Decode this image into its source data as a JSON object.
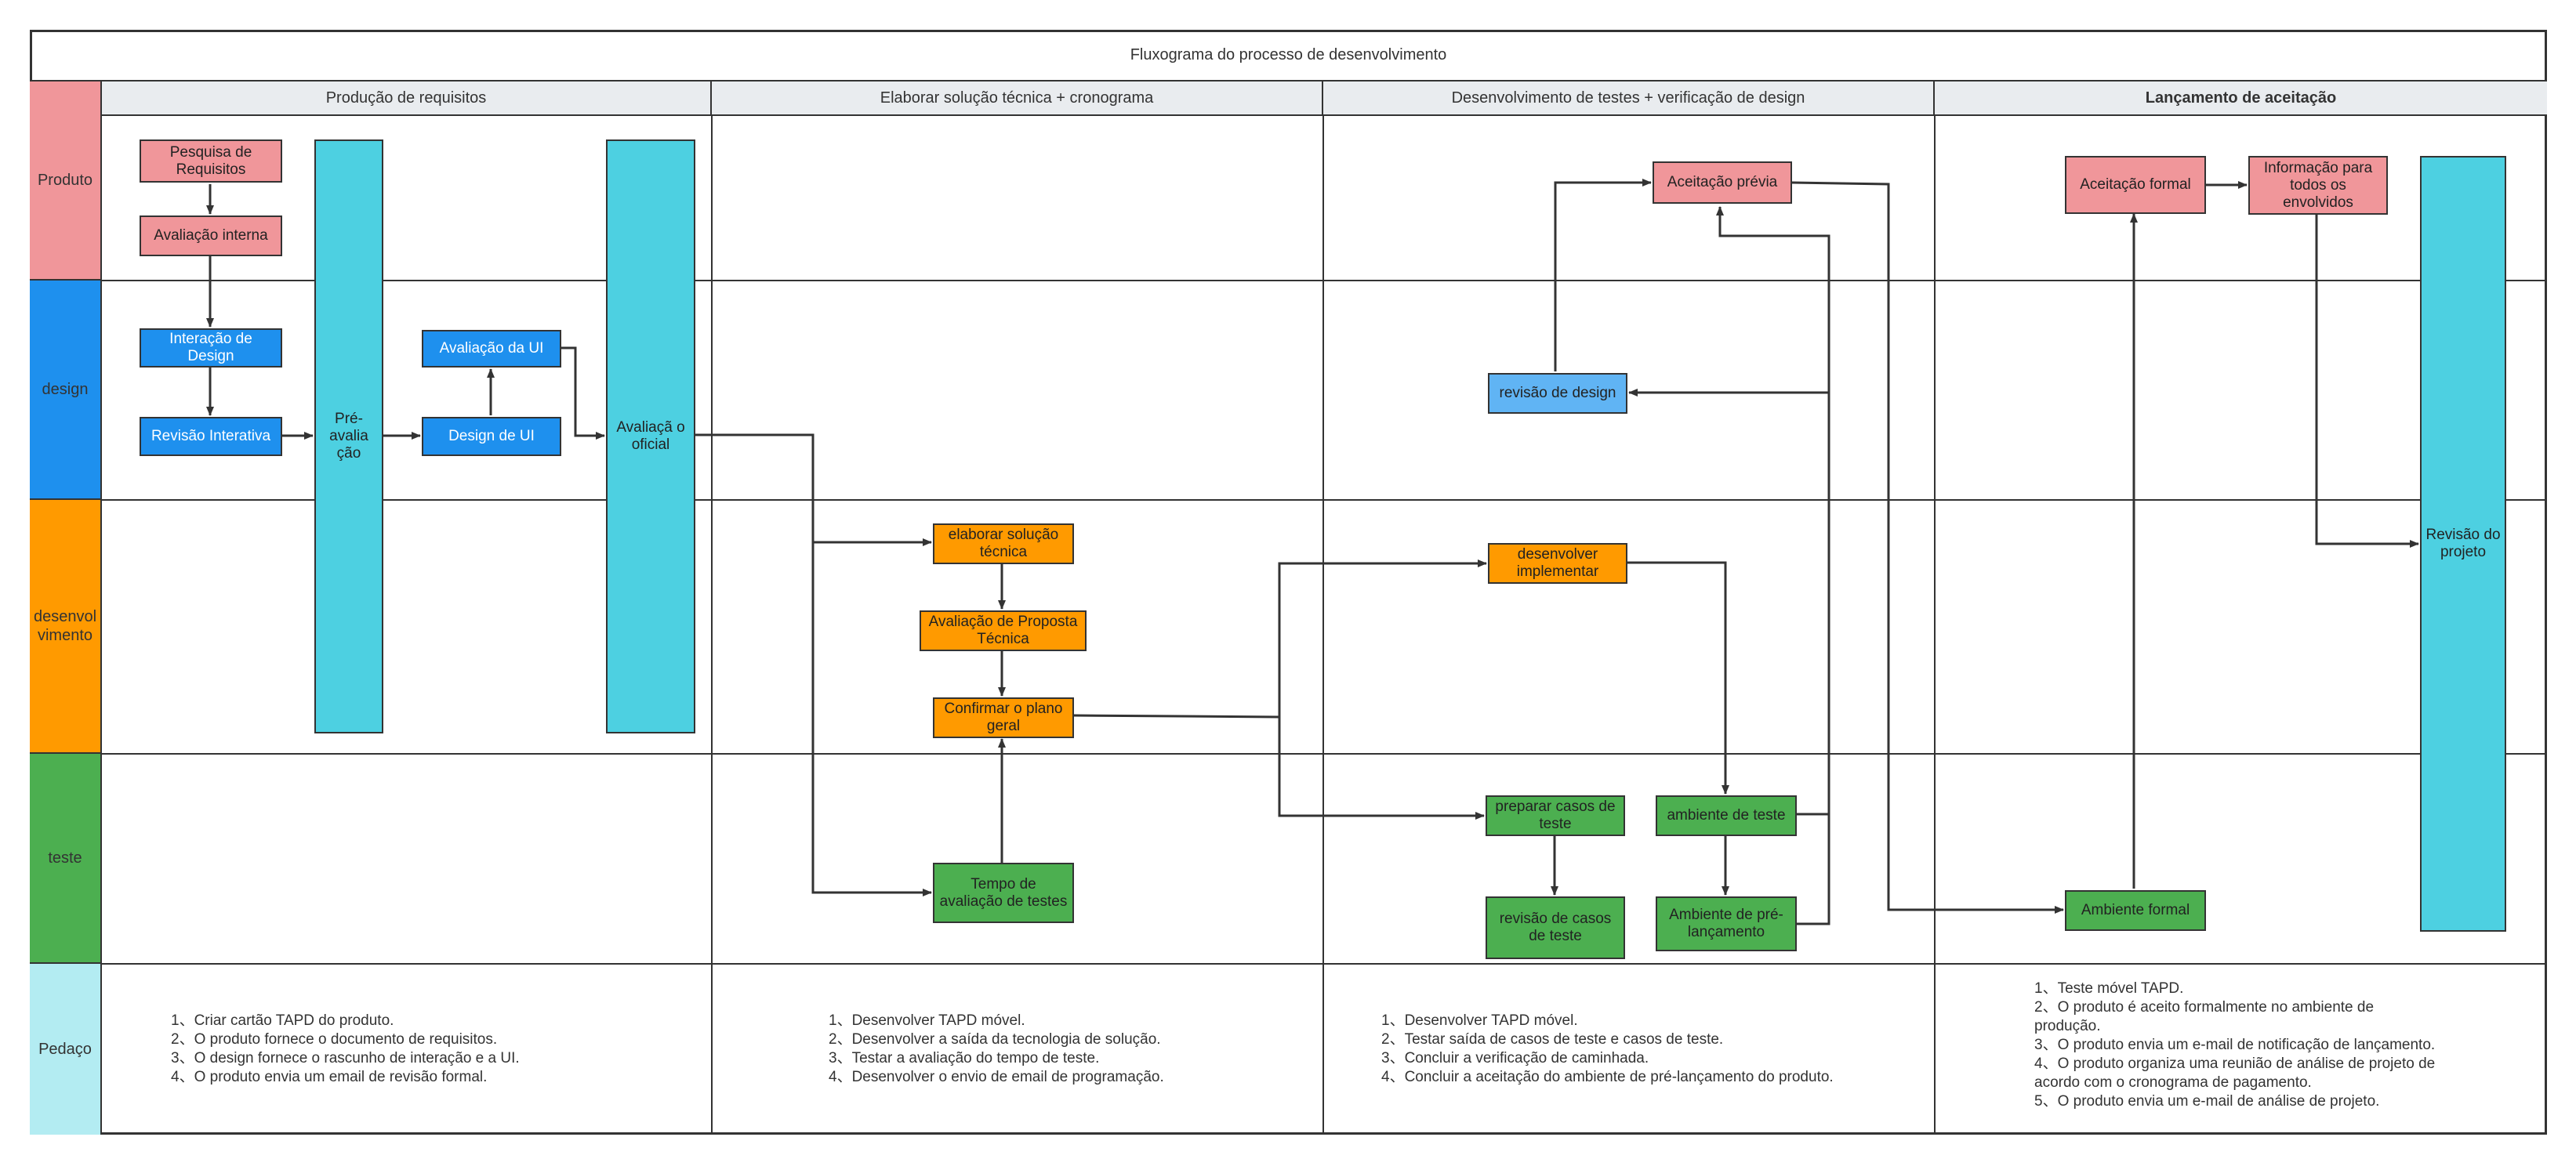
{
  "title": "Fluxograma do processo de desenvolvimento",
  "columns": [
    "Produção de requisitos",
    "Elaborar solução técnica + cronograma",
    "Desenvolvimento de testes + verificação de design",
    "Lançamento de aceitação"
  ],
  "lanes": [
    {
      "label": "Produto",
      "color": "#f0969a"
    },
    {
      "label": "design",
      "color": "#1e90ee"
    },
    {
      "label": "desenvol vimento",
      "color": "#ff9a00"
    },
    {
      "label": "teste",
      "color": "#4caf50"
    },
    {
      "label": "Pedaço",
      "color": "#b3ecf2"
    }
  ],
  "nodes": {
    "pesquisa": "Pesquisa de Requisitos",
    "avaliacao_interna": "Avaliação interna",
    "interacao_design": "Interação de Design",
    "revisao_interativa": "Revisão Interativa",
    "pre_avaliacao": "Pré- avalia ção",
    "avaliacao_ui": "Avaliação da UI",
    "design_ui": "Design de UI",
    "avaliacao_oficial": "Avaliaçã o oficial",
    "elaborar_solucao": "elaborar solução técnica",
    "avaliacao_proposta": "Avaliação de Proposta Técnica",
    "confirmar_plano": "Confirmar o plano geral",
    "tempo_avaliacao": "Tempo de avaliação de testes",
    "aceitacao_previa": "Aceitação prévia",
    "revisao_design": "revisão de design",
    "desenvolver_implementar": "desenvolver implementar",
    "preparar_casos": "preparar casos de teste",
    "ambiente_teste": "ambiente de teste",
    "revisao_casos": "revisão de casos de teste",
    "ambiente_pre": "Ambiente de pré- lançamento",
    "aceitacao_formal": "Aceitação formal",
    "informacao_todos": "Informação para todos os envolvidos",
    "ambiente_formal": "Ambiente formal",
    "revisao_projeto": "Revisão do projeto"
  },
  "notes": {
    "col1": [
      "1、Criar cartão TAPD do produto.",
      "2、O produto fornece o documento de requisitos.",
      "3、O design fornece o rascunho de interação e a UI.",
      "4、O produto envia um email de revisão formal."
    ],
    "col2": [
      "1、Desenvolver TAPD móvel.",
      "2、Desenvolver a saída da tecnologia de solução.",
      "3、Testar a avaliação do tempo de teste.",
      "4、Desenvolver o envio de email de programação."
    ],
    "col3": [
      "1、Desenvolver TAPD móvel.",
      "2、Testar saída de casos de teste e casos de teste.",
      "3、Concluir a verificação de caminhada.",
      "4、Concluir a aceitação do ambiente de pré-lançamento do produto."
    ],
    "col4": [
      "1、Teste móvel TAPD.",
      "2、O produto é aceito formalmente no ambiente de",
      "produção.",
      "3、O produto envia um e-mail de notificação de lançamento.",
      "4、O produto organiza uma reunião de análise de projeto de",
      "acordo com o cronograma de pagamento.",
      "5、O produto envia um e-mail de análise de projeto."
    ]
  }
}
